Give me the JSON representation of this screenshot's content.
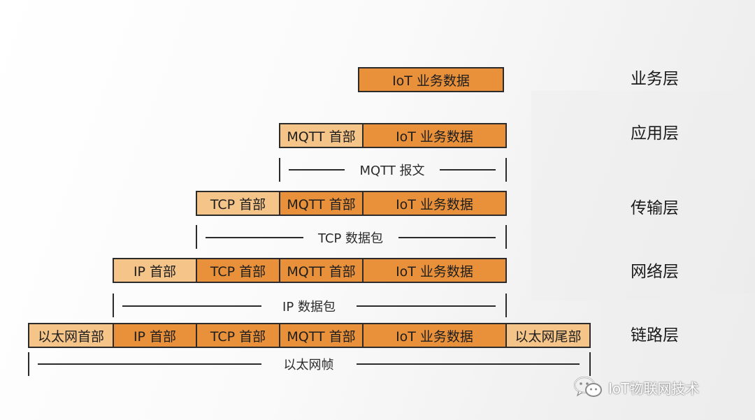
{
  "layers": [
    {
      "label": "业务层",
      "blocks": [
        {
          "text": "IoT 业务数据",
          "tone": "dark"
        }
      ]
    },
    {
      "label": "应用层",
      "blocks": [
        {
          "text": "MQTT 首部",
          "tone": "light"
        },
        {
          "text": "IoT 业务数据",
          "tone": "dark"
        }
      ]
    },
    {
      "label": "传输层",
      "blocks": [
        {
          "text": "TCP 首部",
          "tone": "light"
        },
        {
          "text": "MQTT 首部",
          "tone": "dark"
        },
        {
          "text": "IoT 业务数据",
          "tone": "dark"
        }
      ]
    },
    {
      "label": "网络层",
      "blocks": [
        {
          "text": "IP 首部",
          "tone": "light"
        },
        {
          "text": "TCP 首部",
          "tone": "dark"
        },
        {
          "text": "MQTT 首部",
          "tone": "dark"
        },
        {
          "text": "IoT 业务数据",
          "tone": "dark"
        }
      ]
    },
    {
      "label": "链路层",
      "blocks": [
        {
          "text": "以太网首部",
          "tone": "light"
        },
        {
          "text": "IP 首部",
          "tone": "dark"
        },
        {
          "text": "TCP 首部",
          "tone": "dark"
        },
        {
          "text": "MQTT 首部",
          "tone": "dark"
        },
        {
          "text": "IoT 业务数据",
          "tone": "dark"
        },
        {
          "text": "以太网尾部",
          "tone": "light"
        }
      ]
    }
  ],
  "spans": [
    {
      "text": "MQTT 报文"
    },
    {
      "text": "TCP 数据包"
    },
    {
      "text": "IP 数据包"
    },
    {
      "text": "以太网帧"
    }
  ],
  "colors": {
    "dark_block": "#e8913a",
    "light_block": "#f4c489",
    "outline": "#2b2b2b"
  },
  "watermark": {
    "icon": "wechat-icon",
    "text": "IoT物联网技术"
  }
}
